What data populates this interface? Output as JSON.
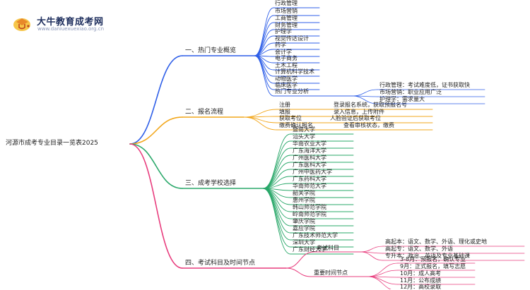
{
  "brand": {
    "name": "大牛教育成考网",
    "url": "www.daniuexuexiao.org.cn"
  },
  "root": "河源市成考专业目录一览表2025",
  "colors": {
    "blue": "#2f5fe8",
    "orange": "#f2a71c",
    "green": "#2aa86a",
    "pink": "#e83c7d"
  },
  "sections": [
    {
      "label": "一、热门专业概览",
      "items": [
        "行政管理",
        "市场营销",
        "工商管理",
        "财务管理",
        "护理学",
        "视觉传达设计",
        "药学",
        "会计学",
        "电子商务",
        "土木工程",
        "计算机科学技术",
        "动物医学",
        "临床医学"
      ],
      "analysis": {
        "label": "热门专业分析",
        "items": [
          "行政管理：考试难度低，证书获取快",
          "市场营销：职业应用广泛",
          "护理学：需求量大"
        ]
      }
    },
    {
      "label": "二、报名流程",
      "steps": [
        {
          "name": "注册",
          "desc": "登录报名系统，获取预报名号"
        },
        {
          "name": "填报",
          "desc": "录入信息，上传附件"
        },
        {
          "name": "获取考位",
          "desc": "人脸验证后获取考位"
        },
        {
          "name": "缴费确认报名",
          "desc": "查看审核状态，缴费"
        }
      ]
    },
    {
      "label": "三、成考学校选择",
      "items": [
        "暨南大学",
        "汕头大学",
        "华南农业大学",
        "广东海洋大学",
        "广州医科大学",
        "广东医科大学",
        "广州中医药大学",
        "广东药科大学",
        "华南师范大学",
        "韶关学院",
        "惠州学院",
        "韩山师范学院",
        "岭南师范学院",
        "肇庆学院",
        "嘉应学院",
        "广东技术师范大学",
        "深圳大学",
        "广东财经大学"
      ]
    },
    {
      "label": "四、考试科目及时间节点",
      "subjects": {
        "label": "考试科目",
        "items": [
          "高起本：语文、数学、外语、理化或史地",
          "高起专：语文、数学、外语",
          "专升本：政治、英语及专业基础课"
        ]
      },
      "timeline": {
        "label": "重要时间节点",
        "items": [
          "3-8月：预报名，确认专业",
          "9月：正式报名，填写志愿",
          "10月：成人高考",
          "11月：公布成绩",
          "12月：高校录取"
        ]
      }
    }
  ]
}
